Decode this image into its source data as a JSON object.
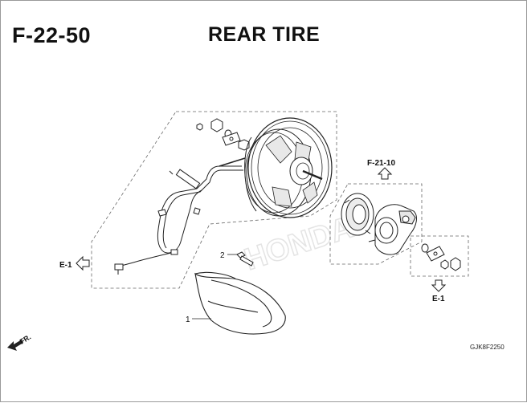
{
  "header": {
    "code": "F-22-50",
    "title": "REAR TIRE"
  },
  "callouts": {
    "part_1": "1",
    "part_2": "2",
    "ref_e1_left": "E-1",
    "ref_e1_bottom": "E-1",
    "ref_f21_10": "F-21-10"
  },
  "direction": {
    "label": "FR."
  },
  "drawing_code": "GJK8F2250",
  "watermark": "HONDA"
}
